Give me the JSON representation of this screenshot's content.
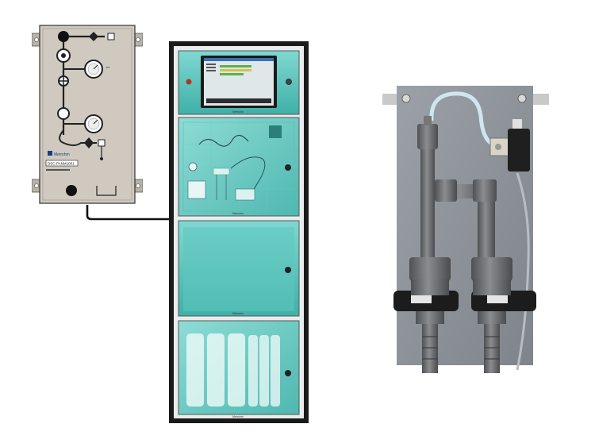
{
  "scene": {
    "description_items": [
      "sample-preparation-panel",
      "process-analyzer-cabinet",
      "flow-cell-panel"
    ]
  },
  "panel": {
    "brand": "Metrohm",
    "model": "DSC-PANM1001",
    "gauge_label_1": "",
    "gauge_label_2": ""
  },
  "cabinet": {
    "door_brand_1": "Metrohm",
    "door_brand_2": "Metrohm",
    "door_brand_3": "Metrohm",
    "door_brand_4": "Metrohm"
  },
  "colors": {
    "panel_body": "#cfc9bf",
    "cabinet_frame": "#1a1a1a",
    "glass_teal": "#6ed0c9",
    "glass_teal_dark": "#2f9c94",
    "screen_bg": "#dfe7e9",
    "mount_plate": "#8f949b",
    "pvc_grey": "#6e7073",
    "handle_black": "#1c1c1c",
    "tube_clear": "#cfe6ef"
  }
}
